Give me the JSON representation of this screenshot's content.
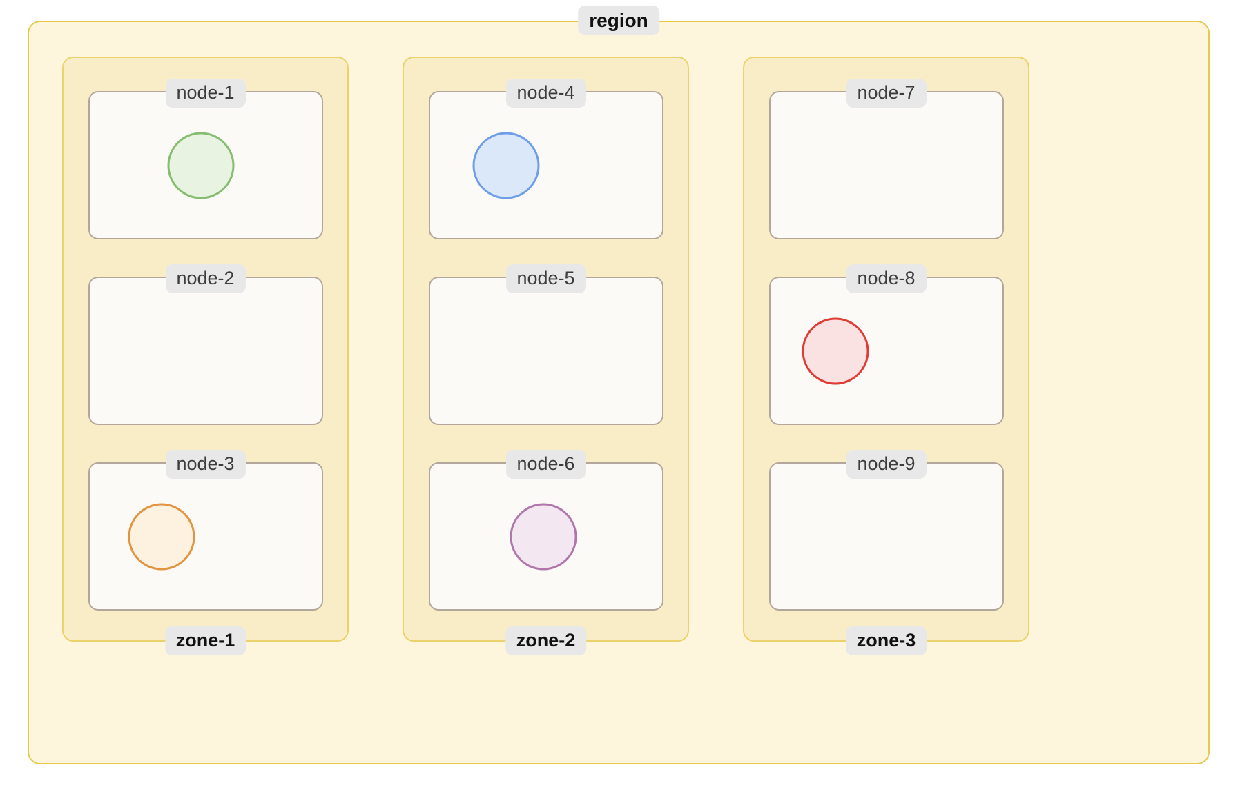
{
  "region": {
    "label": "region",
    "zones": [
      {
        "label": "zone-1",
        "nodes": [
          {
            "label": "node-1",
            "pod": {
              "color": "green",
              "fill": "#e8f3e1",
              "stroke": "#86bd71",
              "cx_pct": 48
            }
          },
          {
            "label": "node-2",
            "pod": null
          },
          {
            "label": "node-3",
            "pod": {
              "color": "orange",
              "fill": "#fdf1e0",
              "stroke": "#e39440",
              "cx_pct": 31
            }
          }
        ]
      },
      {
        "label": "zone-2",
        "nodes": [
          {
            "label": "node-4",
            "pod": {
              "color": "blue",
              "fill": "#dbe8fa",
              "stroke": "#6f9ee6",
              "cx_pct": 33
            }
          },
          {
            "label": "node-5",
            "pod": null
          },
          {
            "label": "node-6",
            "pod": {
              "color": "purple",
              "fill": "#f3e8f2",
              "stroke": "#b077aa",
              "cx_pct": 49
            }
          }
        ]
      },
      {
        "label": "zone-3",
        "nodes": [
          {
            "label": "node-7",
            "pod": null
          },
          {
            "label": "node-8",
            "pod": {
              "color": "red",
              "fill": "#fae2e2",
              "stroke": "#df3c34",
              "cx_pct": 28
            }
          },
          {
            "label": "node-9",
            "pod": null
          }
        ]
      }
    ]
  },
  "colors": {
    "region_bg": "#fdf6dc",
    "region_border": "#e7c84e",
    "zone_bg": "#f9edc8",
    "zone_border": "#ecd26c",
    "node_bg": "#fbfaf7",
    "node_border": "#b3a79b",
    "label_pill_bg": "#e8e8e8"
  }
}
